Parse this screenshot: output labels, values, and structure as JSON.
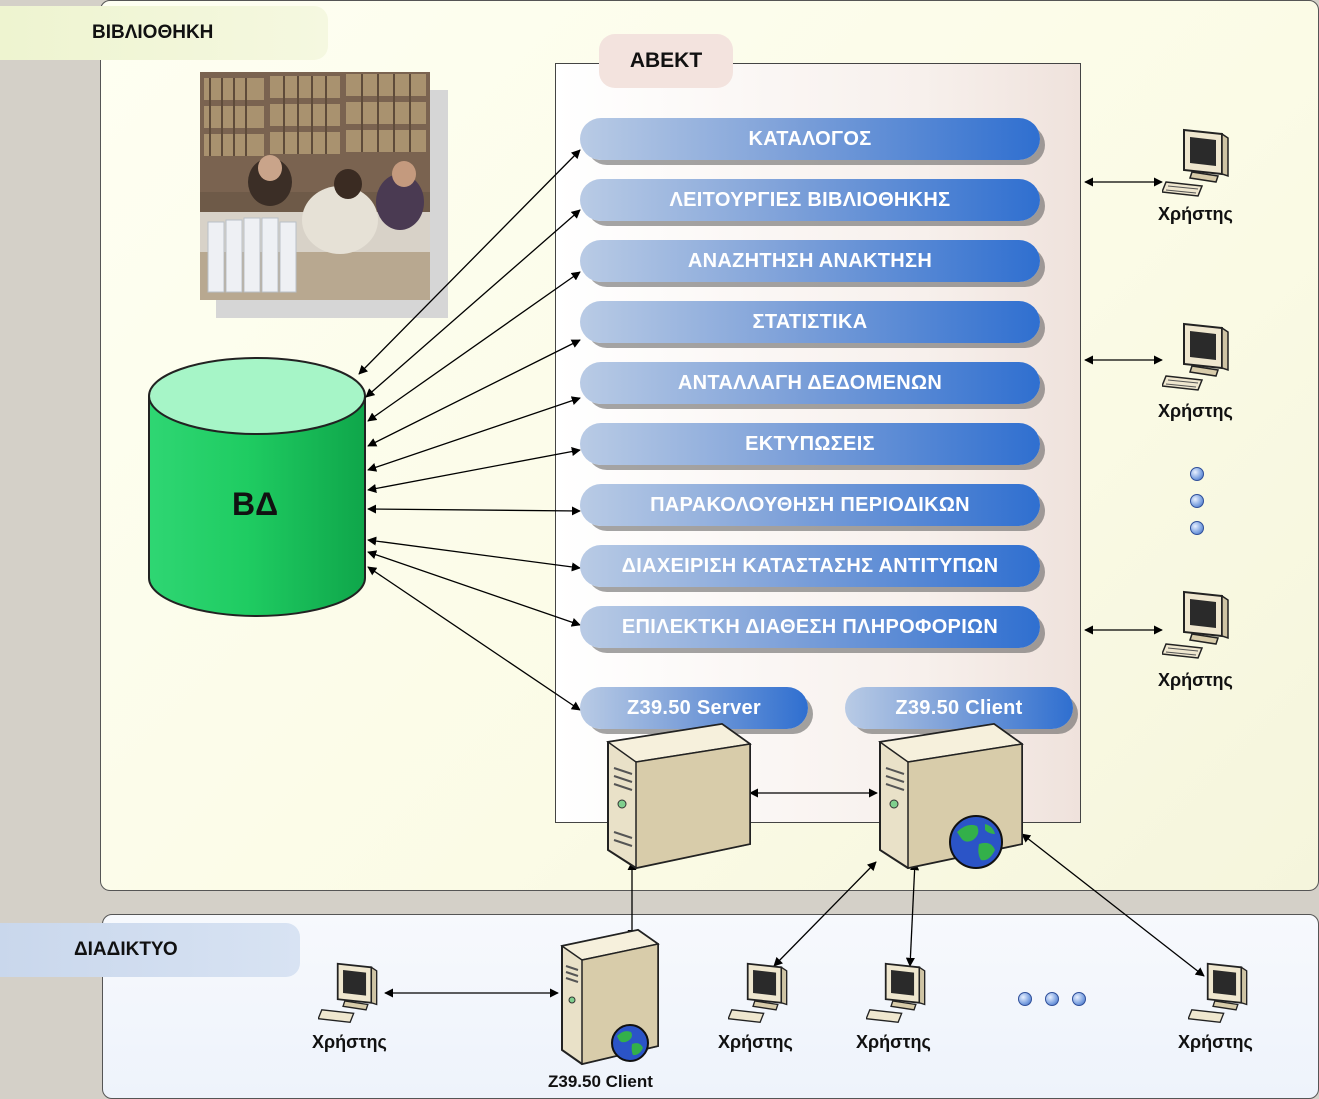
{
  "zones": {
    "library_label": "ΒΙΒΛΙΟΘΗΚΗ",
    "internet_label": "ΔΙΑΔΙΚΤΥΟ"
  },
  "system": {
    "title": "ΑΒΕΚΤ",
    "modules": [
      "ΚΑΤΑΛΟΓΟΣ",
      "ΛΕΙΤΟΥΡΓΙΕΣ ΒΙΒΛΙΟΘΗΚΗΣ",
      "ΑΝΑΖΗΤΗΣΗ ΑΝΑΚΤΗΣΗ",
      "ΣΤΑΤΙΣΤΙΚΑ",
      "ΑΝΤΑΛΛΑΓΗ ΔΕΔΟΜΕΝΩΝ",
      "ΕΚΤΥΠΩΣΕΙΣ",
      "ΠΑΡΑΚΟΛΟΥΘΗΣΗ ΠΕΡΙΟΔΙΚΩΝ",
      "ΔΙΑΧΕΙΡΙΣΗ ΚΑΤΑΣΤΑΣΗΣ ΑΝΤΙΤΥΠΩΝ",
      "ΕΠΙΛΕΚΤΚΗ ΔΙΑΘΕΣΗ ΠΛΗΡΟΦΟΡΙΩΝ"
    ],
    "z3950_server": "Z39.50 Server",
    "z3950_client": "Z39.50 Client"
  },
  "database": {
    "label": "ΒΔ"
  },
  "user_label": "Χρήστης",
  "internet_client_label": "Z39.50 Client",
  "icons": {
    "user": "desktop-computer-icon",
    "server": "server-tower-icon",
    "globe": "globe-icon",
    "database": "database-cylinder-icon",
    "photo": "library-photo"
  },
  "colors": {
    "pill_start": "#b9cbe5",
    "pill_end": "#2f6fd0",
    "database": "#2ed36f",
    "library_bg": "#fbfbe6",
    "internet_bg": "#eef3fb"
  }
}
